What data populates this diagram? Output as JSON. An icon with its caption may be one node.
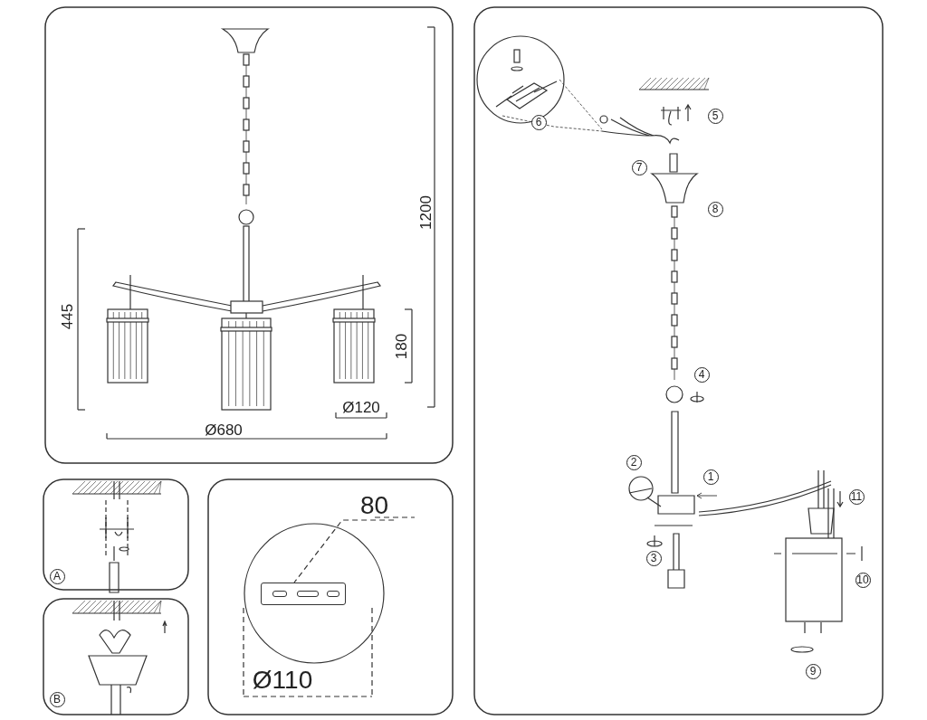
{
  "diagram": {
    "nodes": [
      {
        "text": [
          "80"
        ]
      },
      {
        "text": [],
        "shape": "box"
      }
    ],
    "edges": [
      {
        "from": 0,
        "to": 1,
        "arrow": "none",
        "style": "dashed"
      }
    ],
    "labels": [
      "1200",
      "445",
      "180",
      "Ø120",
      "Ø680",
      "6",
      "5",
      "7",
      "8",
      "4",
      "2",
      "1",
      "11",
      "10",
      "3",
      "9",
      "A",
      "B",
      "Ø110"
    ]
  }
}
